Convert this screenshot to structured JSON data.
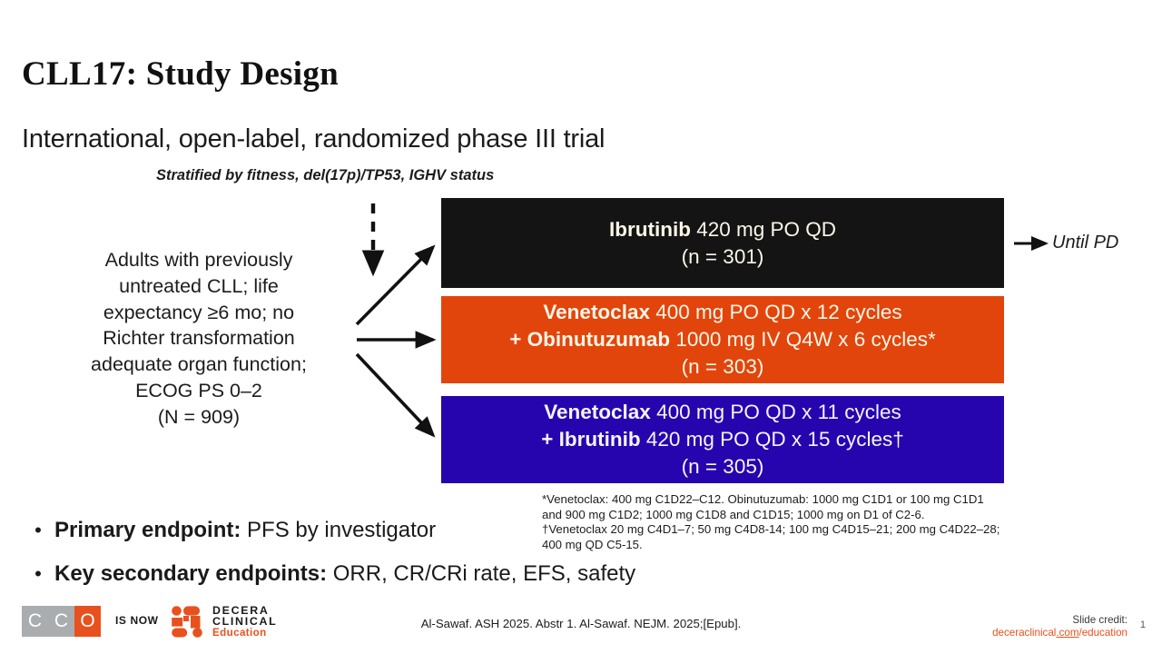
{
  "slide": {
    "title": "CLL17: Study Design",
    "subtitle": "International, open-label, randomized phase III trial",
    "stratification": "Stratified by fitness, del(17p)/TP53, IGHV status",
    "page_number": "1"
  },
  "population": {
    "lines": [
      "Adults with previously",
      "untreated CLL; life",
      "expectancy ≥6 mo; no",
      "Richter transformation",
      "adequate organ function;",
      "ECOG PS 0–2",
      "(N = 909)"
    ]
  },
  "arms": [
    {
      "id": "ibrutinib",
      "color": "#141414",
      "text_color": "#fdf6e8",
      "line1_bold": "Ibrutinib",
      "line1_rest": " 420 mg PO QD",
      "line2": "(n = 301)",
      "n": "301"
    },
    {
      "id": "venetoclax-obinutuzumab",
      "color": "#e2450b",
      "text_color": "#fdf6e8",
      "line1_bold": "Venetoclax",
      "line1_rest": " 400 mg PO QD x 12 cycles",
      "line2_bold": "+ Obinutuzumab",
      "line2_rest": " 1000 mg IV Q4W x 6 cycles*",
      "line3": "(n = 303)",
      "n": "303"
    },
    {
      "id": "venetoclax-ibrutinib",
      "color": "#2605ae",
      "text_color": "#f6f4ff",
      "line1_bold": "Venetoclax",
      "line1_rest": " 400 mg PO QD x 11 cycles",
      "line2_bold": "+ Ibrutinib",
      "line2_rest": " 420 mg PO QD x 15 cycles†",
      "line3": "(n = 305)",
      "n": "305"
    }
  ],
  "until_pd": "Until PD",
  "footnotes": {
    "line1": "*Venetoclax: 400 mg C1D22–C12. Obinutuzumab: 1000 mg C1D1 or 100 mg C1D1",
    "line2": "and 900 mg C1D2; 1000 mg C1D8 and C1D15; 1000 mg on D1 of C2-6.",
    "line3": "†Venetoclax 20 mg C4D1–7; 50 mg C4D8-14; 100 mg C4D15–21; 200 mg C4D22–28;",
    "line4": "400 mg QD C5-15."
  },
  "endpoints": [
    {
      "bullet": "•",
      "label": "Primary endpoint:",
      "value": " PFS by investigator"
    },
    {
      "bullet": "•",
      "label": "Key secondary endpoints:",
      "value": " ORR, CR/CRi rate, EFS, safety"
    }
  ],
  "footer": {
    "cco_letters": [
      "C",
      "C",
      "O"
    ],
    "is_now": "IS NOW",
    "decera_line1": "DECERA",
    "decera_line2": "CLINICAL",
    "decera_line3": "Education",
    "citation": "Al-Sawaf. ASH 2025. Abstr 1. Al-Sawaf. NEJM. 2025;[Epub].",
    "slide_credit_label": "Slide credit:",
    "slide_credit_link_pre": "deceraclinical",
    "slide_credit_link_underlined": ".com",
    "slide_credit_link_post": "/education"
  },
  "colors": {
    "orange": "#e2450b",
    "blue": "#2605ae",
    "black": "#141414",
    "brand_orange": "#e8511d",
    "cco_gray": "#a9adb0"
  }
}
